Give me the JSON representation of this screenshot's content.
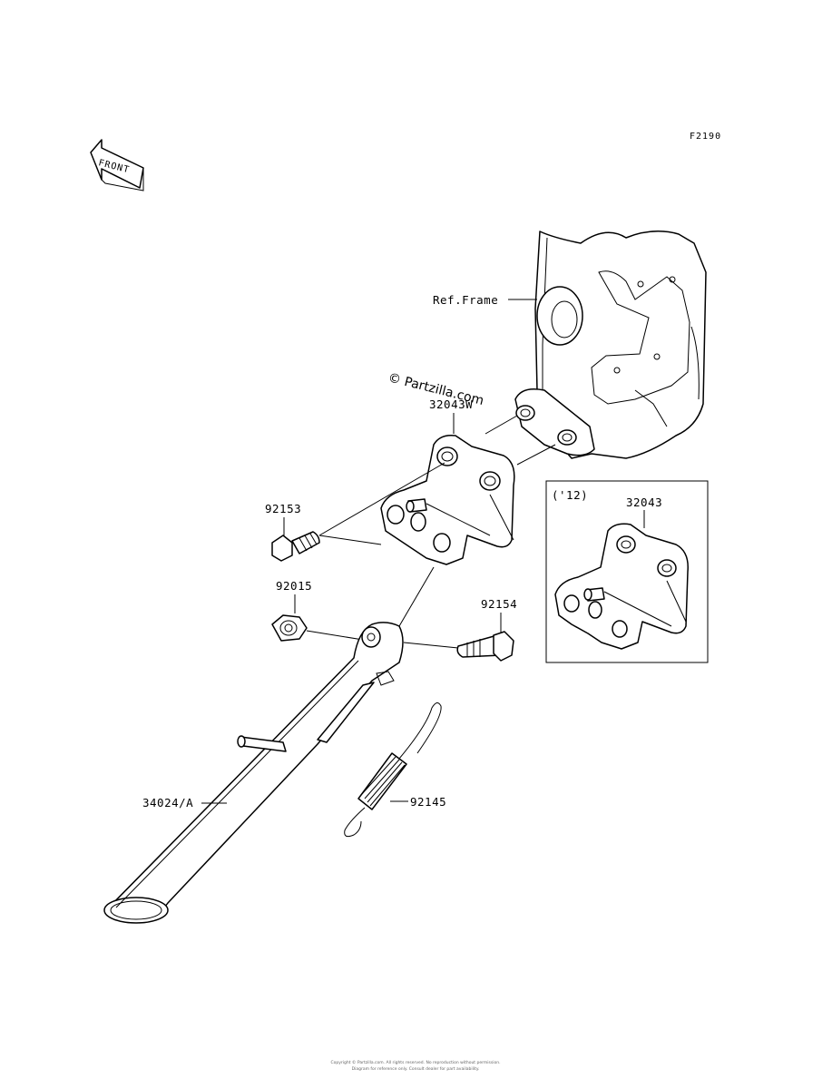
{
  "diagram": {
    "code": "F2190",
    "front_label": "FRONT",
    "watermark": "© Partzilla.com",
    "inset_label": "('12)",
    "labels": {
      "ref_frame": "Ref.Frame",
      "bracket_main": "32043W",
      "bracket_inset": "32043",
      "bolt_left": "92153",
      "nut": "92015",
      "bolt_right": "92154",
      "spring": "92145",
      "stand": "34024/A"
    },
    "footer": [
      "Copyright © Partzilla.com. All rights reserved. No reproduction without permission.",
      "Diagram for reference only. Consult dealer for part availability."
    ]
  }
}
